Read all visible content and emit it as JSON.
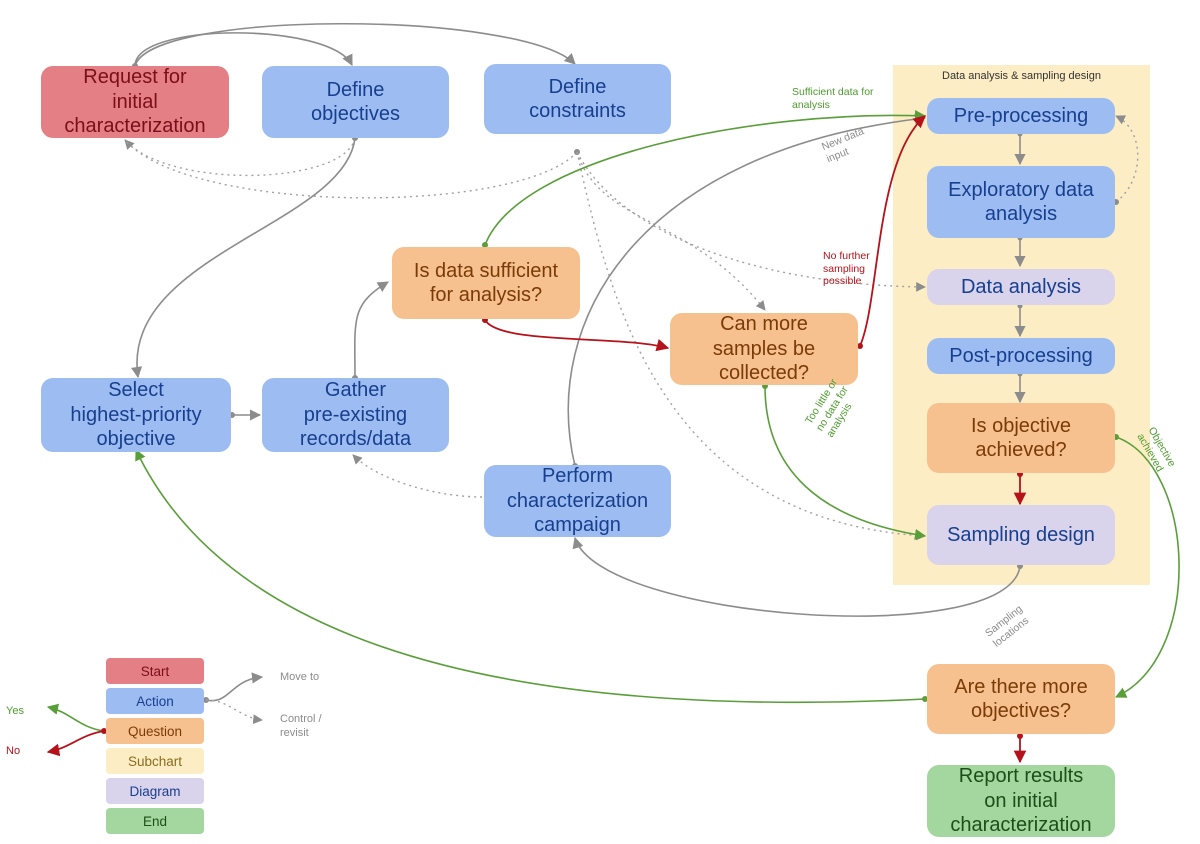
{
  "subchart": {
    "title": "Data analysis & sampling design"
  },
  "nodes": {
    "request": "Request for\ninitial\ncharacterization",
    "define_objectives": "Define\nobjectives",
    "define_constraints": "Define\nconstraints",
    "pre_processing": "Pre-processing",
    "exploratory": "Exploratory data\nanalysis",
    "is_data_sufficient": "Is data sufficient\nfor analysis?",
    "data_analysis": "Data analysis",
    "can_more_samples": "Can more\nsamples be\ncollected?",
    "post_processing": "Post-processing",
    "select_objective": "Select\nhighest-priority\nobjective",
    "gather": "Gather\npre-existing\nrecords/data",
    "is_objective_achieved": "Is objective\nachieved?",
    "perform_campaign": "Perform\ncharacterization\ncampaign",
    "sampling_design": "Sampling design",
    "more_objectives": "Are there more\nobjectives?",
    "report": "Report results\non initial\ncharacterization"
  },
  "edge_labels": {
    "sufficient": "Sufficient data for\nanalysis",
    "new_data": "New data\ninput",
    "no_further": "No further\nsampling\npossible",
    "too_little": "Too little or\nno data for\nanalysis",
    "objective_achieved": "Objective\nachieved",
    "sampling_locations": "Sampling\nlocations"
  },
  "legend": {
    "start": "Start",
    "action": "Action",
    "question": "Question",
    "subchart": "Subchart",
    "diagram": "Diagram",
    "end": "End",
    "move_to": "Move to",
    "control_revisit": "Control /\nrevisit",
    "yes": "Yes",
    "no": "No"
  },
  "colors": {
    "start": "#e47f85",
    "action": "#9dbcf1",
    "question": "#f6c18f",
    "subchart": "#fcedc5",
    "diagram": "#d9d3eb",
    "end": "#a4d6a0",
    "arrow_move": "#8c8c8c",
    "arrow_yes": "#5a9e3a",
    "arrow_no": "#b5121b"
  }
}
